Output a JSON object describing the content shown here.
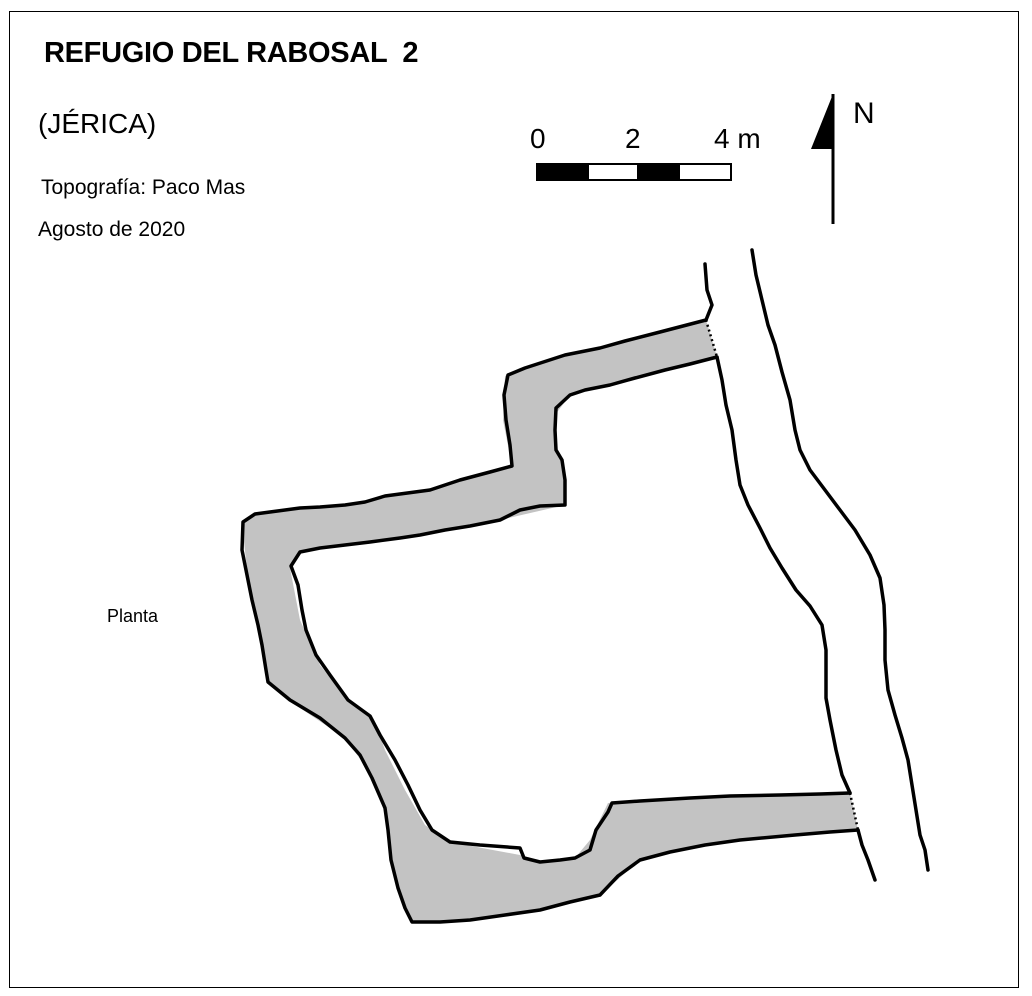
{
  "header": {
    "title": "REFUGIO DEL RABOSAL  2",
    "location": "(JÉRICA)",
    "credit": "Topografía: Paco Mas",
    "date": "Agosto de 2020"
  },
  "scale_bar": {
    "labels": [
      "0",
      "2",
      "4 m"
    ],
    "units": "m",
    "max_value": 4,
    "segments": 4
  },
  "north_arrow": {
    "label": "N"
  },
  "plan": {
    "view_label": "Planta"
  },
  "colors": {
    "gallery_fill": "#c3c3c3",
    "outline": "#000000",
    "background": "#ffffff"
  }
}
